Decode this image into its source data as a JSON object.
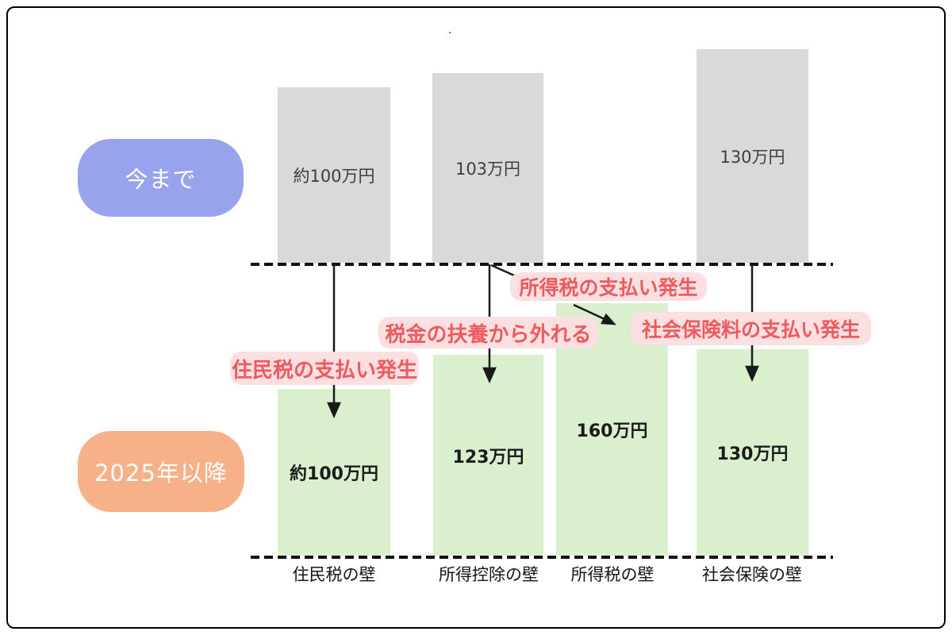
{
  "periods": {
    "before": {
      "label": "今まで",
      "color": "#97a3ec"
    },
    "after": {
      "label": "2025年以降",
      "color": "#f7b189"
    }
  },
  "columns": [
    {
      "wall": "住民税の壁",
      "before": "約100万円",
      "after": "約100万円"
    },
    {
      "wall": "所得控除の壁",
      "before": "103万円",
      "after": "123万円"
    },
    {
      "wall": "所得税の壁",
      "before": "",
      "after": "160万円"
    },
    {
      "wall": "社会保険の壁",
      "before": "130万円",
      "after": "130万円"
    }
  ],
  "annotations": [
    {
      "text": "住民税の支払い発生"
    },
    {
      "text": "税金の扶養から外れる"
    },
    {
      "text": "所得税の支払い発生"
    },
    {
      "text": "社会保険料の支払い発生"
    }
  ],
  "colors": {
    "gray_bar": "#d9d9d9",
    "green_bar": "#d9efce",
    "annotation_bg": "#fcdfe1",
    "annotation_text": "#ee5a5e",
    "dashed_line": "#111111"
  },
  "stray_dot": "."
}
